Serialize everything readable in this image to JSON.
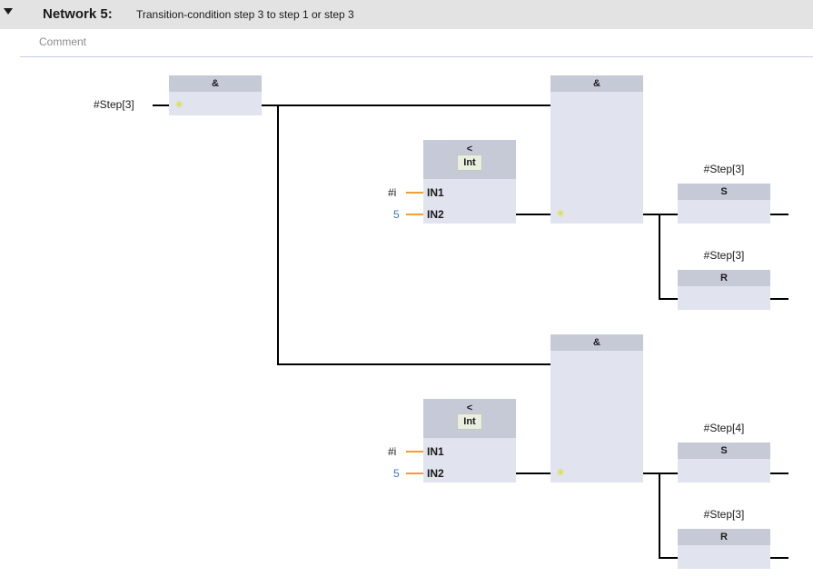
{
  "network": {
    "title": "Network 5:",
    "description": "Transition-condition step 3 to step 1 or step 3",
    "comment_placeholder": "Comment"
  },
  "icons": {
    "collapse": "chevron-down-icon",
    "negation": "negation-star-icon"
  },
  "and_symbol": "&",
  "compare": {
    "operator": "<",
    "datatype": "Int",
    "in1_label": "IN1",
    "in2_label": "IN2",
    "in1_value": "#i",
    "in2_value": "5"
  },
  "inputs": {
    "step3": "#Step[3]"
  },
  "branches": [
    {
      "set_operand": "#Step[3]",
      "reset_operand": "#Step[3]"
    },
    {
      "set_operand": "#Step[4]",
      "reset_operand": "#Step[3]"
    }
  ],
  "coils": {
    "set": "S",
    "reset": "R"
  },
  "colors": {
    "box_body": "#e1e4ee",
    "box_head": "#c6c9d6",
    "constant_blue": "#3a74c8",
    "operand_wire_orange": "#f0a030",
    "negation_yellow": "#d8de10"
  }
}
